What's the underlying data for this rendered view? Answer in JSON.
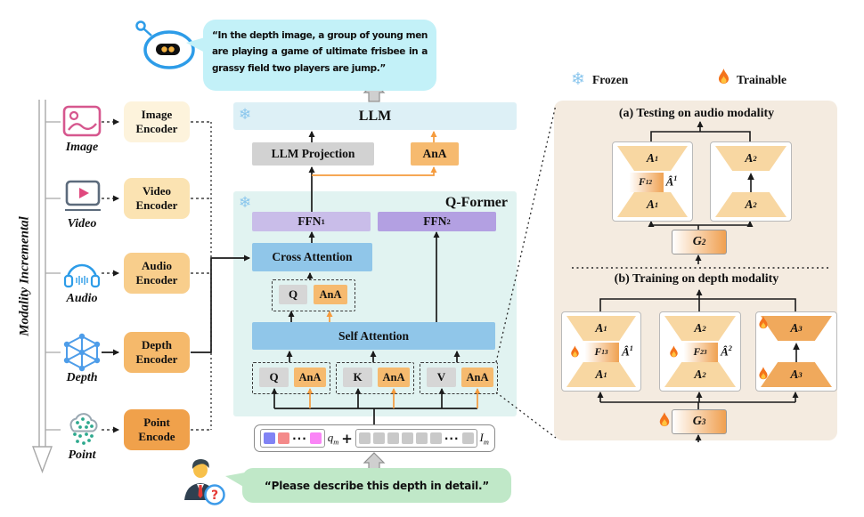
{
  "figure": {
    "axis_label": "Modality Incremental",
    "answer_text": "“In the depth image, a group of young men are playing a game of ultimate frisbee in a grassy field two players are jump.”",
    "prompt_text": "“Please describe this depth in detail.”",
    "person_badge": "?"
  },
  "icons": {
    "snowflake": "❄"
  },
  "modalities": [
    {
      "label": "Image",
      "encoder": "Image Encoder"
    },
    {
      "label": "Video",
      "encoder": "Video Encoder"
    },
    {
      "label": "Audio",
      "encoder": "Audio Encoder"
    },
    {
      "label": "Depth",
      "encoder": "Depth Encoder"
    },
    {
      "label": "Point",
      "encoder": "Point Encode"
    }
  ],
  "pipeline": {
    "llm": "LLM",
    "llm_projection": "LLM Projection",
    "ana": "AnA",
    "qformer": "Q-Former",
    "ffn1": "FFN_1",
    "ffn2": "FFN_2",
    "cross_attention": "Cross Attention",
    "self_attention": "Self Attention",
    "q": "Q",
    "k": "K",
    "v": "V",
    "qm": "q_m",
    "plus": "+",
    "im": "I_m",
    "dots": "···"
  },
  "legend": {
    "frozen": "Frozen",
    "trainable": "Trainable"
  },
  "panel": {
    "title_a": "(a) Testing on audio modality",
    "title_b": "(b) Training on depth modality",
    "a": {
      "m1": {
        "top": "A^1",
        "mid": "F_1^2",
        "side": "Â^1",
        "bottom": "A^1"
      },
      "m2": {
        "top": "A^2",
        "bottom": "A^2"
      },
      "gen": "G^2"
    },
    "b": {
      "m1": {
        "top": "A^1",
        "mid": "F_1^3",
        "side": "Â^1",
        "bottom": "A^1"
      },
      "m2": {
        "top": "A^2",
        "mid": "F_2^3",
        "side": "Â^2",
        "bottom": "A^2"
      },
      "m3": {
        "top": "A^3",
        "bottom": "A^3"
      },
      "gen": "G^3"
    }
  },
  "colors": {
    "ana_orange": "#F6BA6F",
    "arrow_orange": "#F59B3D",
    "frozen_blue": "#8AC6ED",
    "flame_orange": "#F4731C"
  }
}
